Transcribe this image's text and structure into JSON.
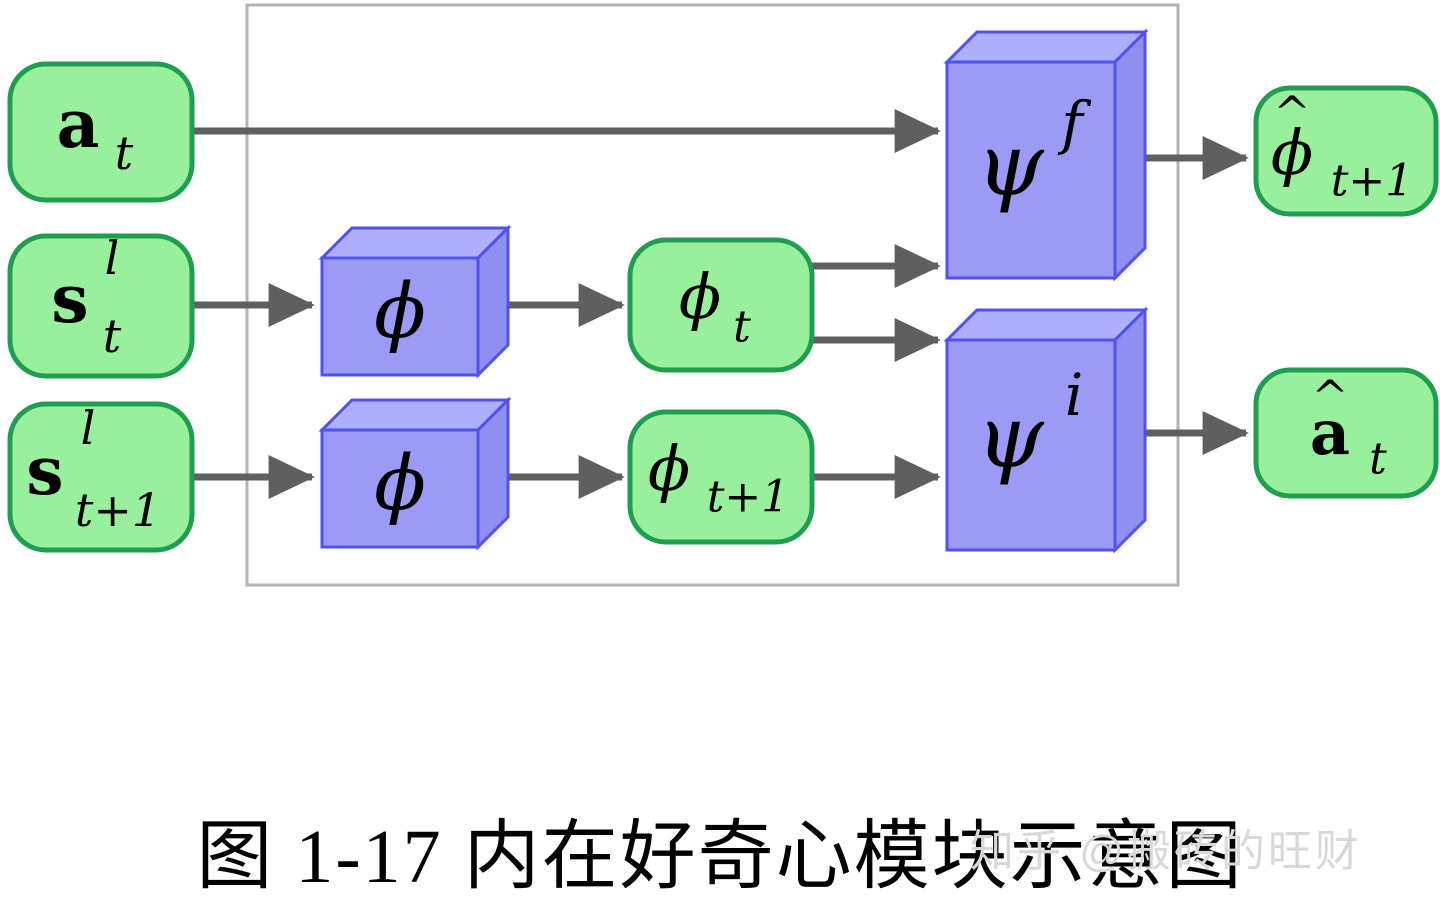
{
  "figure": {
    "caption": "图 1-17 内在好奇心模块示意图",
    "watermark": "知乎 @搬砖的旺财"
  },
  "colors": {
    "node_fill": "#99f09c",
    "node_stroke": "#1f9e50",
    "module_front": "#9b9bf5",
    "module_top": "#aeaeff",
    "module_side": "#8f8ff0",
    "module_stroke": "#5151ee",
    "arrow": "#5f5f5f",
    "container_stroke": "#b3b3b3",
    "background": "#ffffff",
    "caption_text": "#000000",
    "watermark_text": "#d8d8d8"
  },
  "nodes": {
    "action_in": {
      "base": "a",
      "sub": "t",
      "sup": "",
      "hat": false,
      "label": "a_t"
    },
    "state_t": {
      "base": "s",
      "sub": "t",
      "sup": "l",
      "hat": false,
      "label": "s^l_t"
    },
    "state_t1": {
      "base": "s",
      "sub": "t+1",
      "sup": "l",
      "hat": false,
      "label": "s^l_{t+1}"
    },
    "feat_t": {
      "base": "ϕ",
      "sub": "t",
      "sup": "",
      "hat": false,
      "label": "phi_t"
    },
    "feat_t1": {
      "base": "ϕ",
      "sub": "t+1",
      "sup": "",
      "hat": false,
      "label": "phi_{t+1}"
    },
    "feat_pred": {
      "base": "ϕ",
      "sub": "t+1",
      "sup": "",
      "hat": true,
      "label": "phi_hat_{t+1}"
    },
    "action_pred": {
      "base": "a",
      "sub": "t",
      "sup": "",
      "hat": true,
      "label": "a_hat_t"
    }
  },
  "modules": {
    "encoder_t": {
      "base": "ϕ",
      "sup": "",
      "label": "phi"
    },
    "encoder_t1": {
      "base": "ϕ",
      "sup": "",
      "label": "phi"
    },
    "forward_model": {
      "base": "ψ",
      "sup": "f",
      "label": "psi^f"
    },
    "inverse_model": {
      "base": "ψ",
      "sup": "i",
      "label": "psi^i"
    }
  },
  "edges": [
    {
      "from": "action_in",
      "to": "forward_model"
    },
    {
      "from": "state_t",
      "to": "encoder_t"
    },
    {
      "from": "state_t1",
      "to": "encoder_t1"
    },
    {
      "from": "encoder_t",
      "to": "feat_t"
    },
    {
      "from": "encoder_t1",
      "to": "feat_t1"
    },
    {
      "from": "feat_t",
      "to": "forward_model"
    },
    {
      "from": "feat_t",
      "to": "inverse_model"
    },
    {
      "from": "feat_t1",
      "to": "inverse_model"
    },
    {
      "from": "forward_model",
      "to": "feat_pred"
    },
    {
      "from": "inverse_model",
      "to": "action_pred"
    }
  ]
}
